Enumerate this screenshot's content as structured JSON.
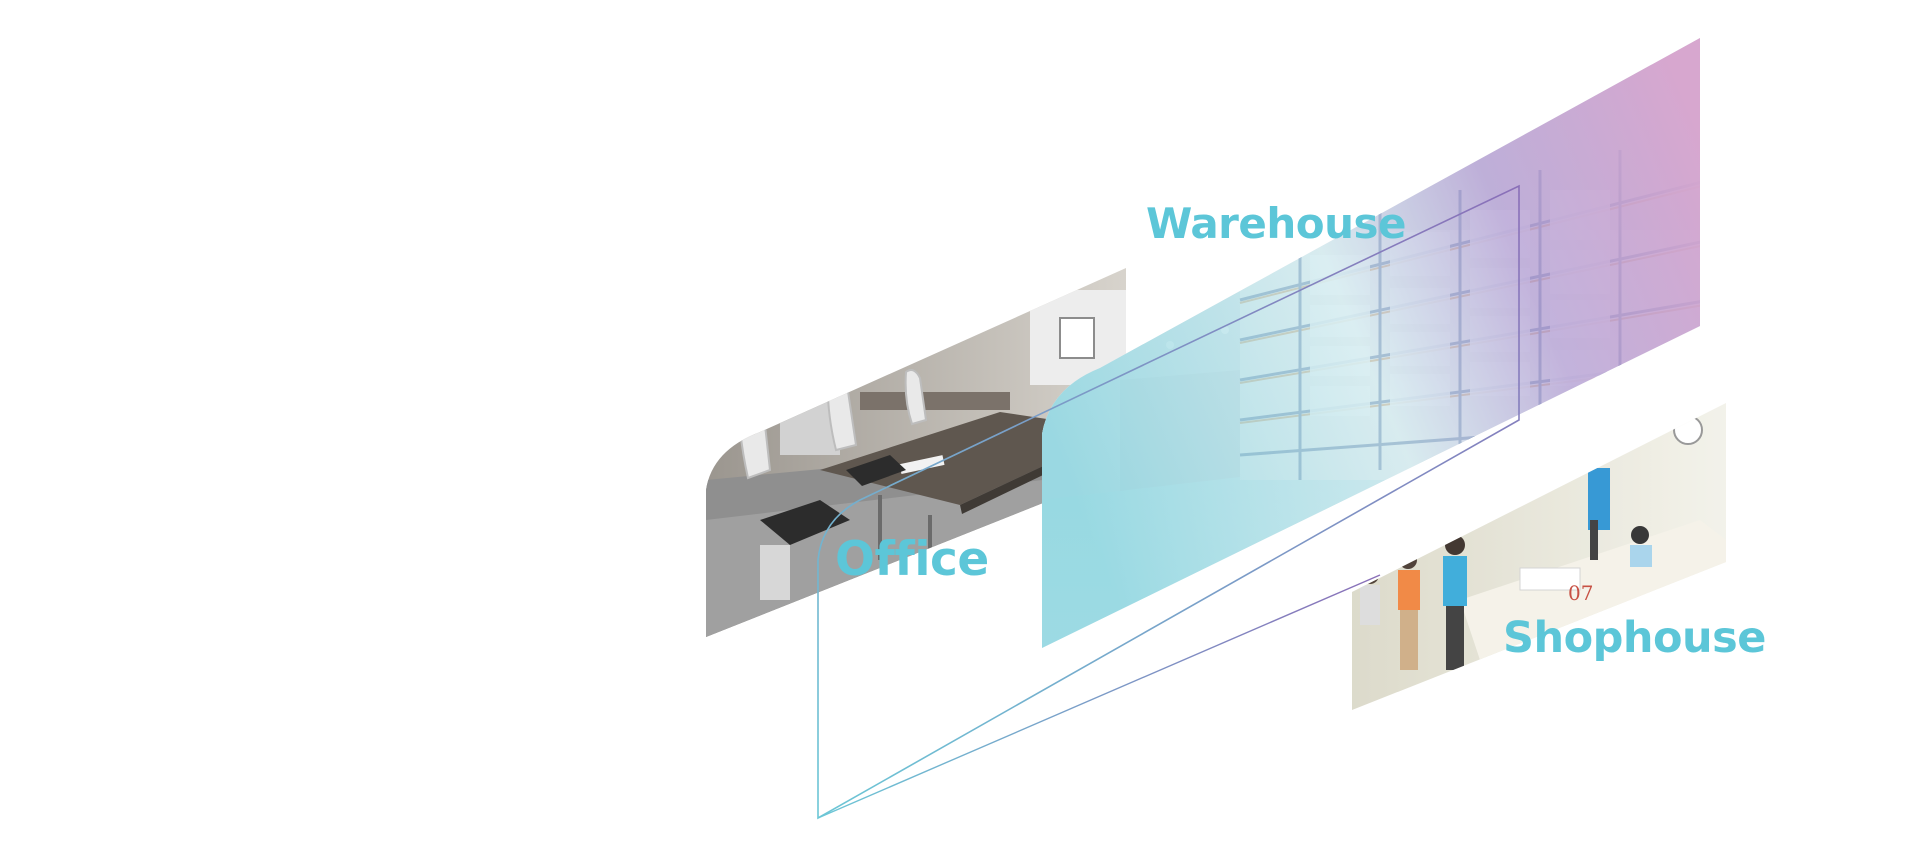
{
  "labels": {
    "office": "Office",
    "warehouse": "Warehouse",
    "shophouse": "Shophouse"
  },
  "colors": {
    "label": "#5cc6d8",
    "outline_start": "#6cc7d6",
    "outline_end": "#8a6fb8",
    "warehouse_teal": "#8fd6e0",
    "warehouse_purple": "#b07cc6",
    "warehouse_pink": "#d7a7cf"
  },
  "panels": [
    {
      "name": "office-photo-panel",
      "icon": "office-meeting-room-photo"
    },
    {
      "name": "warehouse-photo-panel",
      "icon": "warehouse-racking-photo"
    },
    {
      "name": "shophouse-photo-panel",
      "icon": "shophouse-service-desk-photo"
    }
  ]
}
